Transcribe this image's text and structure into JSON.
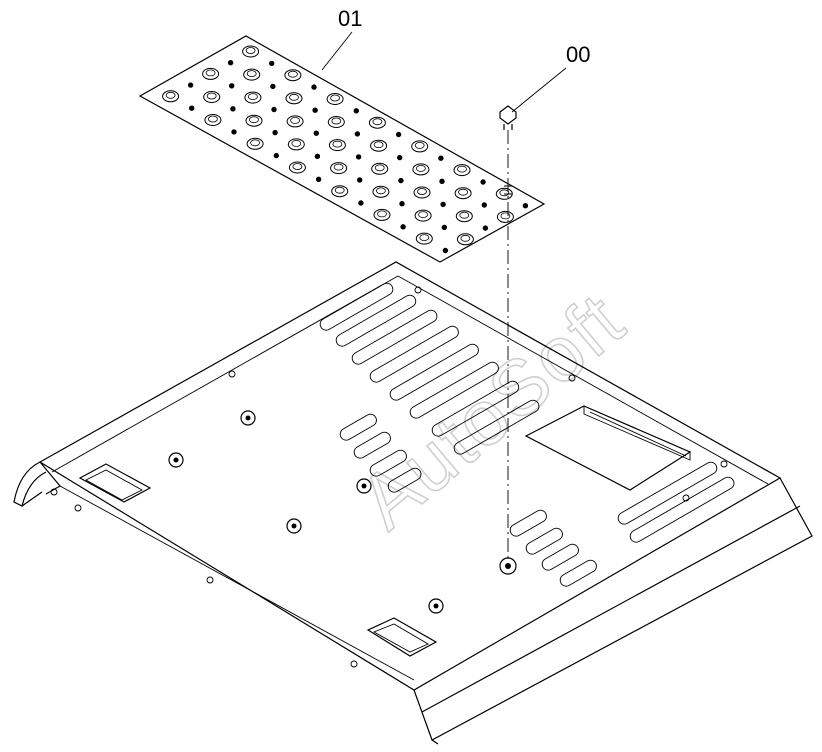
{
  "callouts": {
    "part_01": "01",
    "part_00": "00"
  },
  "watermark": "AutoSoft",
  "colors": {
    "line": "#000000",
    "watermark": "#cfcfcf",
    "background": "#ffffff"
  }
}
